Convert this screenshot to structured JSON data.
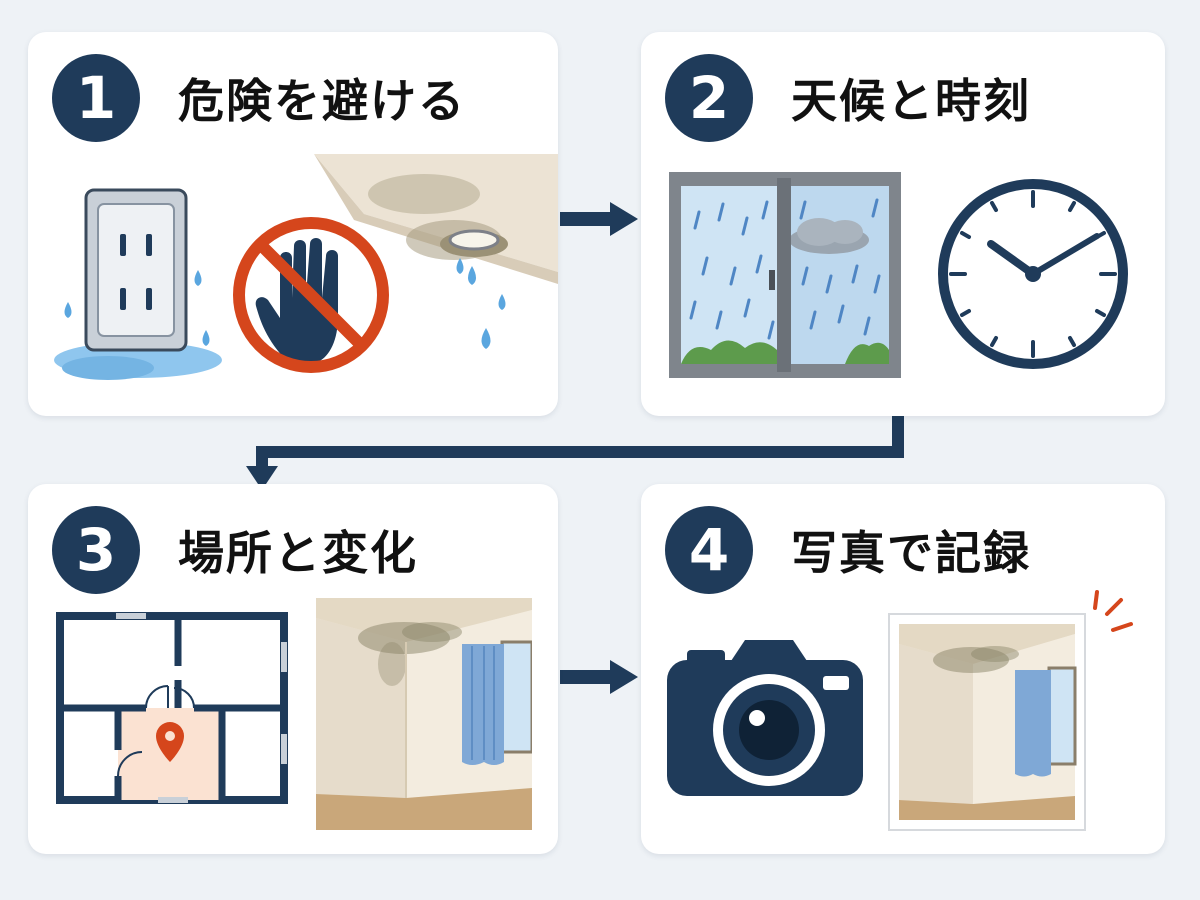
{
  "steps": [
    {
      "number": "1",
      "title": "危険を避ける"
    },
    {
      "number": "2",
      "title": "天候と時刻"
    },
    {
      "number": "3",
      "title": "場所と変化"
    },
    {
      "number": "4",
      "title": "写真で記録"
    }
  ],
  "colors": {
    "navy": "#1f3b5a",
    "warning": "#d5461c",
    "water": "#6aaee0",
    "stain": "#8a8468"
  },
  "icons": [
    "wet-outlet-icon",
    "no-touch-icon",
    "leaking-ceiling-light-icon",
    "rainy-window-icon",
    "clock-icon",
    "floor-plan-icon",
    "location-pin-icon",
    "stained-room-icon",
    "camera-icon",
    "photo-icon"
  ]
}
